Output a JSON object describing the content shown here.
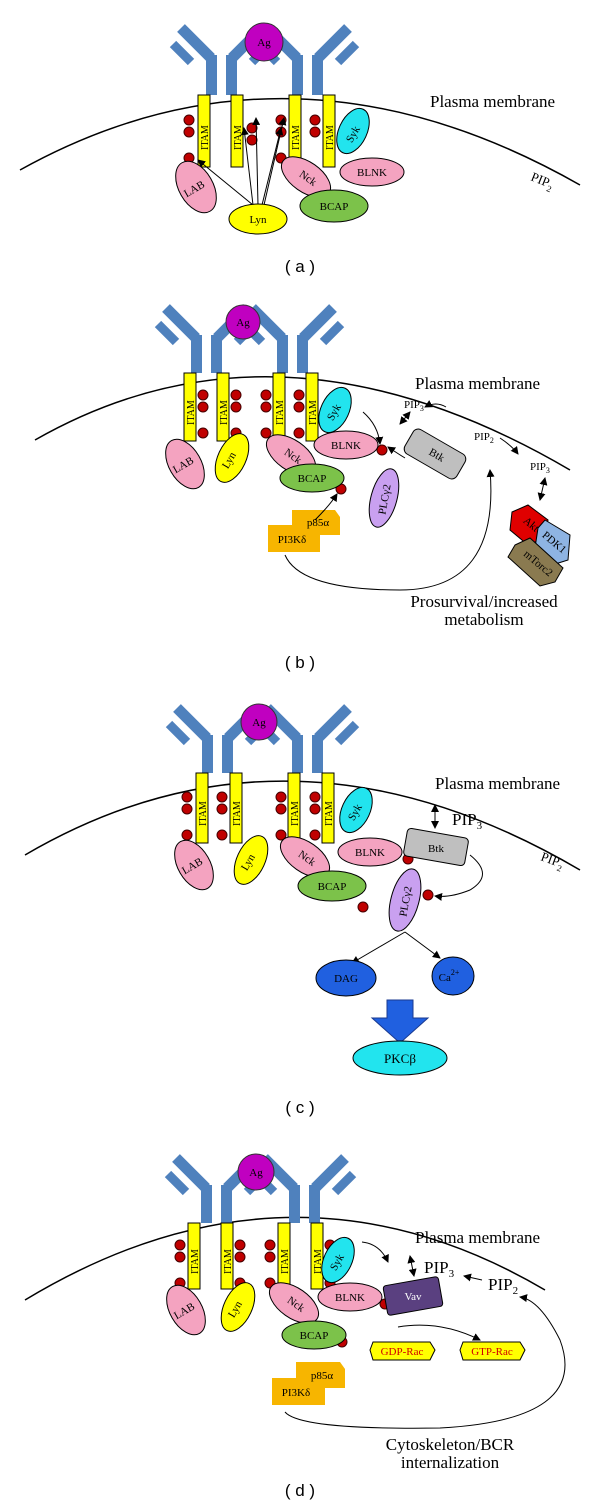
{
  "panels": [
    {
      "label": "( a )",
      "antigen": "Ag",
      "membrane": "Plasma membrane",
      "pip2": {
        "base": "PIP",
        "sub": "2"
      },
      "itam": "ITAM",
      "proteins": {
        "lab": "LAB",
        "lyn": "Lyn",
        "nck": "Nck",
        "bcap": "BCAP",
        "blnk": "BLNK",
        "syk": "Syk"
      }
    },
    {
      "label": "( b )",
      "antigen": "Ag",
      "membrane": "Plasma membrane",
      "pip2": {
        "base": "PIP",
        "sub": "2"
      },
      "pip3": {
        "base": "PIP",
        "sub": "3"
      },
      "itam": "ITAM",
      "proteins": {
        "lab": "LAB",
        "lyn": "Lyn",
        "nck": "Nck",
        "bcap": "BCAP",
        "blnk": "BLNK",
        "syk": "Syk",
        "btk": "Btk",
        "plc": "PLCγ2",
        "p85": "p85α",
        "pi3k": "PI3Kδ",
        "akt": "Akt",
        "pdk1": "PDK1",
        "mtorc2": "mTorc2"
      },
      "outcome_line1": "Prosurvival/increased",
      "outcome_line2": "metabolism"
    },
    {
      "label": "( c )",
      "antigen": "Ag",
      "membrane": "Plasma membrane",
      "pip2": {
        "base": "PIP",
        "sub": "2"
      },
      "pip3": {
        "base": "PIP",
        "sub": "3"
      },
      "itam": "ITAM",
      "proteins": {
        "lab": "LAB",
        "lyn": "Lyn",
        "nck": "Nck",
        "bcap": "BCAP",
        "blnk": "BLNK",
        "syk": "Syk",
        "btk": "Btk",
        "plc": "PLCγ2",
        "dag": "DAG",
        "ca": "Ca",
        "ca_sup": "2+",
        "pkc": "PKCβ"
      }
    },
    {
      "label": "( d )",
      "antigen": "Ag",
      "membrane": "Plasma membrane",
      "pip2": {
        "base": "PIP",
        "sub": "2"
      },
      "pip3": {
        "base": "PIP",
        "sub": "3"
      },
      "itam": "ITAM",
      "proteins": {
        "lab": "LAB",
        "lyn": "Lyn",
        "nck": "Nck",
        "bcap": "BCAP",
        "blnk": "BLNK",
        "syk": "Syk",
        "vav": "Vav",
        "p85": "p85α",
        "pi3k": "PI3Kδ",
        "gdp_rac": "GDP-Rac",
        "gtp_rac": "GTP-Rac"
      },
      "outcome_line1": "Cytoskeleton/BCR",
      "outcome_line2": "internalization"
    }
  ],
  "colors": {
    "antibody": "#4f81bd",
    "antigen": "#c000c0",
    "itam": "#ffff00",
    "phospho": "#c00000",
    "lab": "#f4a3c0",
    "lyn": "#ffff00",
    "nck": "#f4a3c0",
    "bcap": "#7cc24a",
    "blnk": "#f4a3c0",
    "syk": "#22e4ee",
    "btk": "#bfbfbf",
    "plc": "#c9a0f0",
    "pi3k": "#f7b500",
    "akt": "#e00000",
    "pdk1": "#8eb4e3",
    "mtorc2": "#8a7a50",
    "dag": "#2060e0",
    "pkc": "#22e4ee",
    "vav": "#5a4080",
    "rac_fill": "#ffff00",
    "rac_text": "#d00000"
  }
}
